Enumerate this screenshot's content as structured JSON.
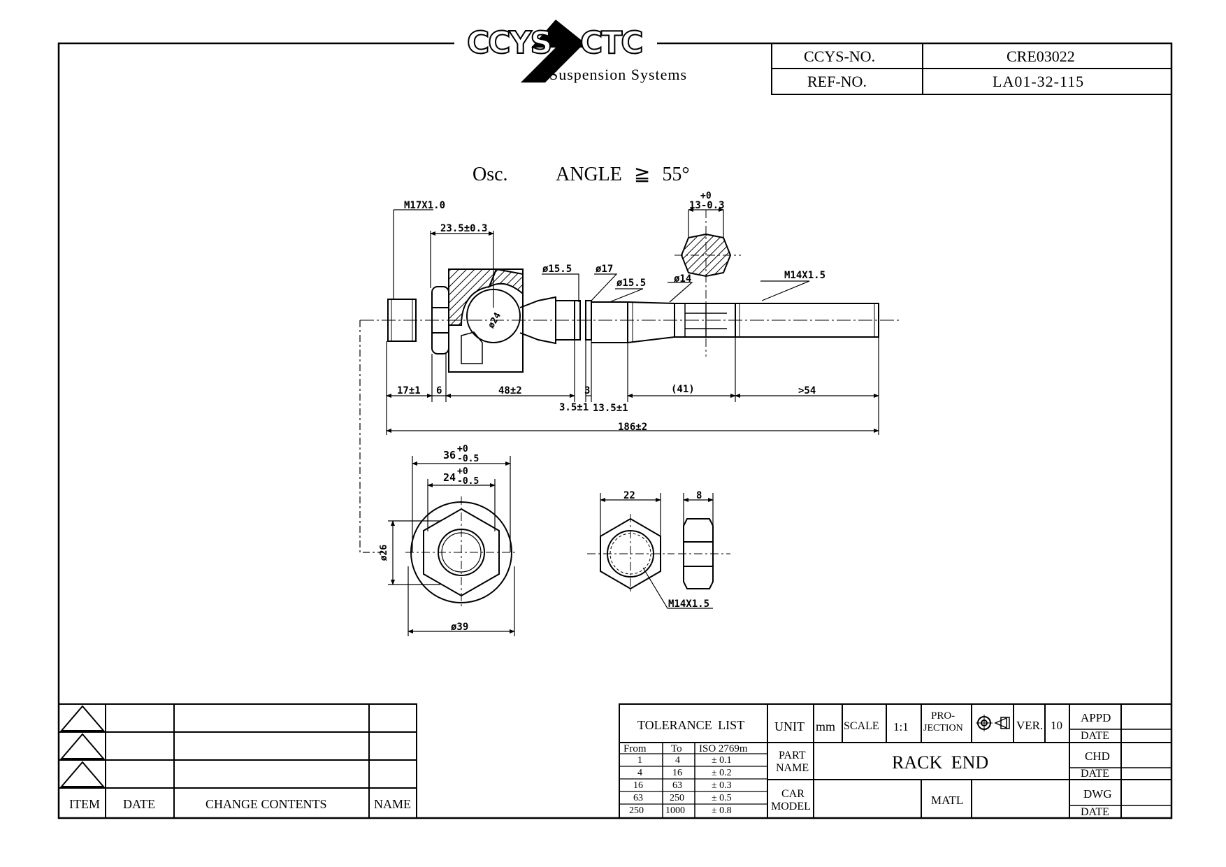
{
  "logo": {
    "brand_left": "CCYS",
    "brand_right": "CTC",
    "tagline": "Suspension Systems"
  },
  "title_block": {
    "ccys_no_label": "CCYS-NO.",
    "ccys_no_value": "CRE03022",
    "ref_no_label": "REF-NO.",
    "ref_no_value": "LA01-32-115"
  },
  "drawing": {
    "osc_label": "Osc.",
    "angle_text": "ANGLE ≧ 55°",
    "dims": {
      "m17": "M17X1.0",
      "d23_5": "23.5±0.3",
      "phi15_5_a": "ø15.5",
      "phi17": "ø17",
      "phi15_5_b": "ø15.5",
      "phi14": "ø14",
      "m14_top": "M14X1.5",
      "hex13_tol": "+0",
      "hex13": "13-0.3",
      "phi24": "ø24",
      "d17": "17±1",
      "d6": "6",
      "d48": "48±2",
      "d3": "3",
      "d41": "(41)",
      "d54": ">54",
      "d3_5": "3.5±1",
      "d13_5": "13.5±1",
      "d186": "186±2",
      "d36": "36",
      "d36_tol_up": "+0",
      "d36_tol_dn": "-0.5",
      "d24": "24",
      "d24_tol_up": "+0",
      "d24_tol_dn": "-0.5",
      "phi26": "ø26",
      "phi39": "ø39",
      "d22": "22",
      "d8": "8",
      "m14_nut": "M14X1.5"
    }
  },
  "revision_table": {
    "headers": [
      "ITEM",
      "DATE",
      "CHANGE CONTENTS",
      "NAME"
    ]
  },
  "bottom_block": {
    "tolerance_title": "TOLERANCE LIST",
    "tol_headers": [
      "From",
      "To",
      "ISO 2769m"
    ],
    "tol_rows": [
      [
        "1",
        "4",
        "± 0.1"
      ],
      [
        "4",
        "16",
        "± 0.2"
      ],
      [
        "16",
        "63",
        "± 0.3"
      ],
      [
        "63",
        "250",
        "± 0.5"
      ],
      [
        "250",
        "1000",
        "± 0.8"
      ]
    ],
    "unit_label": "UNIT",
    "unit_value": "mm",
    "scale_label": "SCALE",
    "scale_value": "1:1",
    "projection_l1": "PRO-",
    "projection_l2": "JECTION",
    "ver_label": "VER.",
    "ver_value": "10",
    "appd": "APPD",
    "date1": "DATE",
    "chd": "CHD",
    "date2": "DATE",
    "dwg": "DWG",
    "date3": "DATE",
    "part_name_l1": "PART",
    "part_name_l2": "NAME",
    "part_name_value": "RACK END",
    "car_model_l1": "CAR",
    "car_model_l2": "MODEL",
    "matl_label": "MATL"
  }
}
